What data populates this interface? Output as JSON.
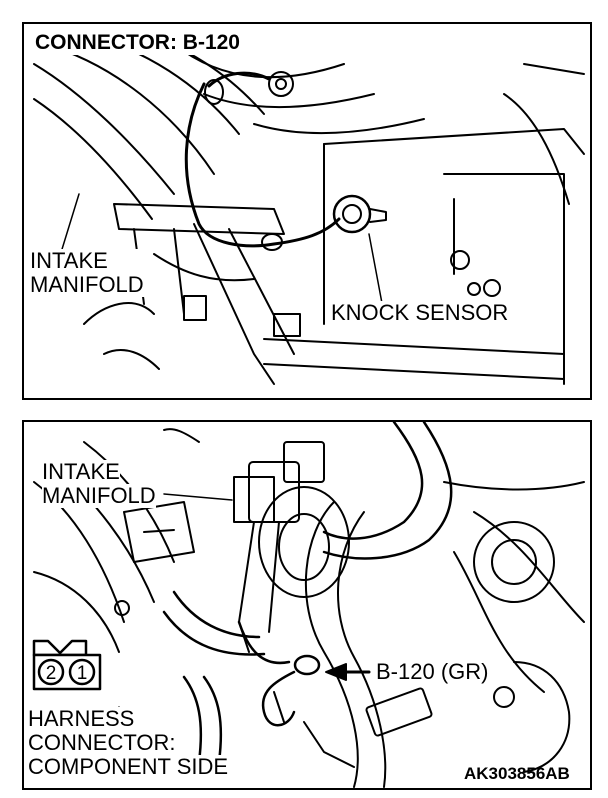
{
  "top": {
    "title": "CONNECTOR: B-120",
    "intake_manifold_label": [
      "INTAKE",
      "MANIFOLD"
    ],
    "knock_sensor_label": "KNOCK SENSOR"
  },
  "bottom": {
    "intake_manifold_label": [
      "INTAKE",
      "MANIFOLD"
    ],
    "connector_callout": "B-120 (GR)",
    "pins": [
      "2",
      "1"
    ],
    "harness_label": [
      "HARNESS",
      "CONNECTOR:",
      "COMPONENT SIDE"
    ],
    "figure_code": "AK303856AB"
  }
}
